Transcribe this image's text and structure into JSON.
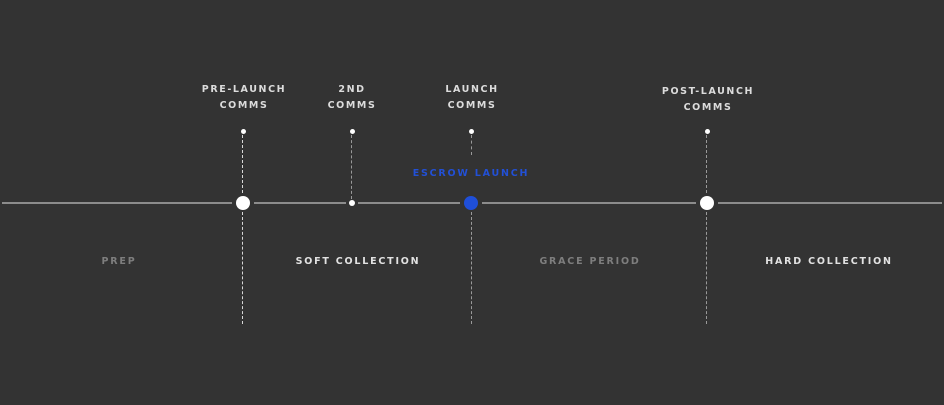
{
  "colors": {
    "background": "#333333",
    "line": "#8c8c8c",
    "node_default": "#ffffff",
    "node_active": "#1f4fd9",
    "active_label": "#2250d6",
    "phase_dim": "#7e7e7e",
    "phase_bright": "#e2e2e2"
  },
  "milestones": [
    {
      "line1": "PRE-LAUNCH",
      "line2": "COMMS",
      "node": "large-white"
    },
    {
      "line1": "2ND",
      "line2": "COMMS",
      "node": "small-white"
    },
    {
      "line1": "LAUNCH",
      "line2": "COMMS",
      "node": "blue-active"
    },
    {
      "line1": "POST-LAUNCH",
      "line2": "COMMS",
      "node": "large-white"
    }
  ],
  "active_event": {
    "label": "ESCROW LAUNCH"
  },
  "phases": [
    {
      "label": "PREP",
      "emphasis": "dim"
    },
    {
      "label": "SOFT COLLECTION",
      "emphasis": "bright"
    },
    {
      "label": "GRACE PERIOD",
      "emphasis": "dim"
    },
    {
      "label": "HARD COLLECTION",
      "emphasis": "bright"
    }
  ]
}
